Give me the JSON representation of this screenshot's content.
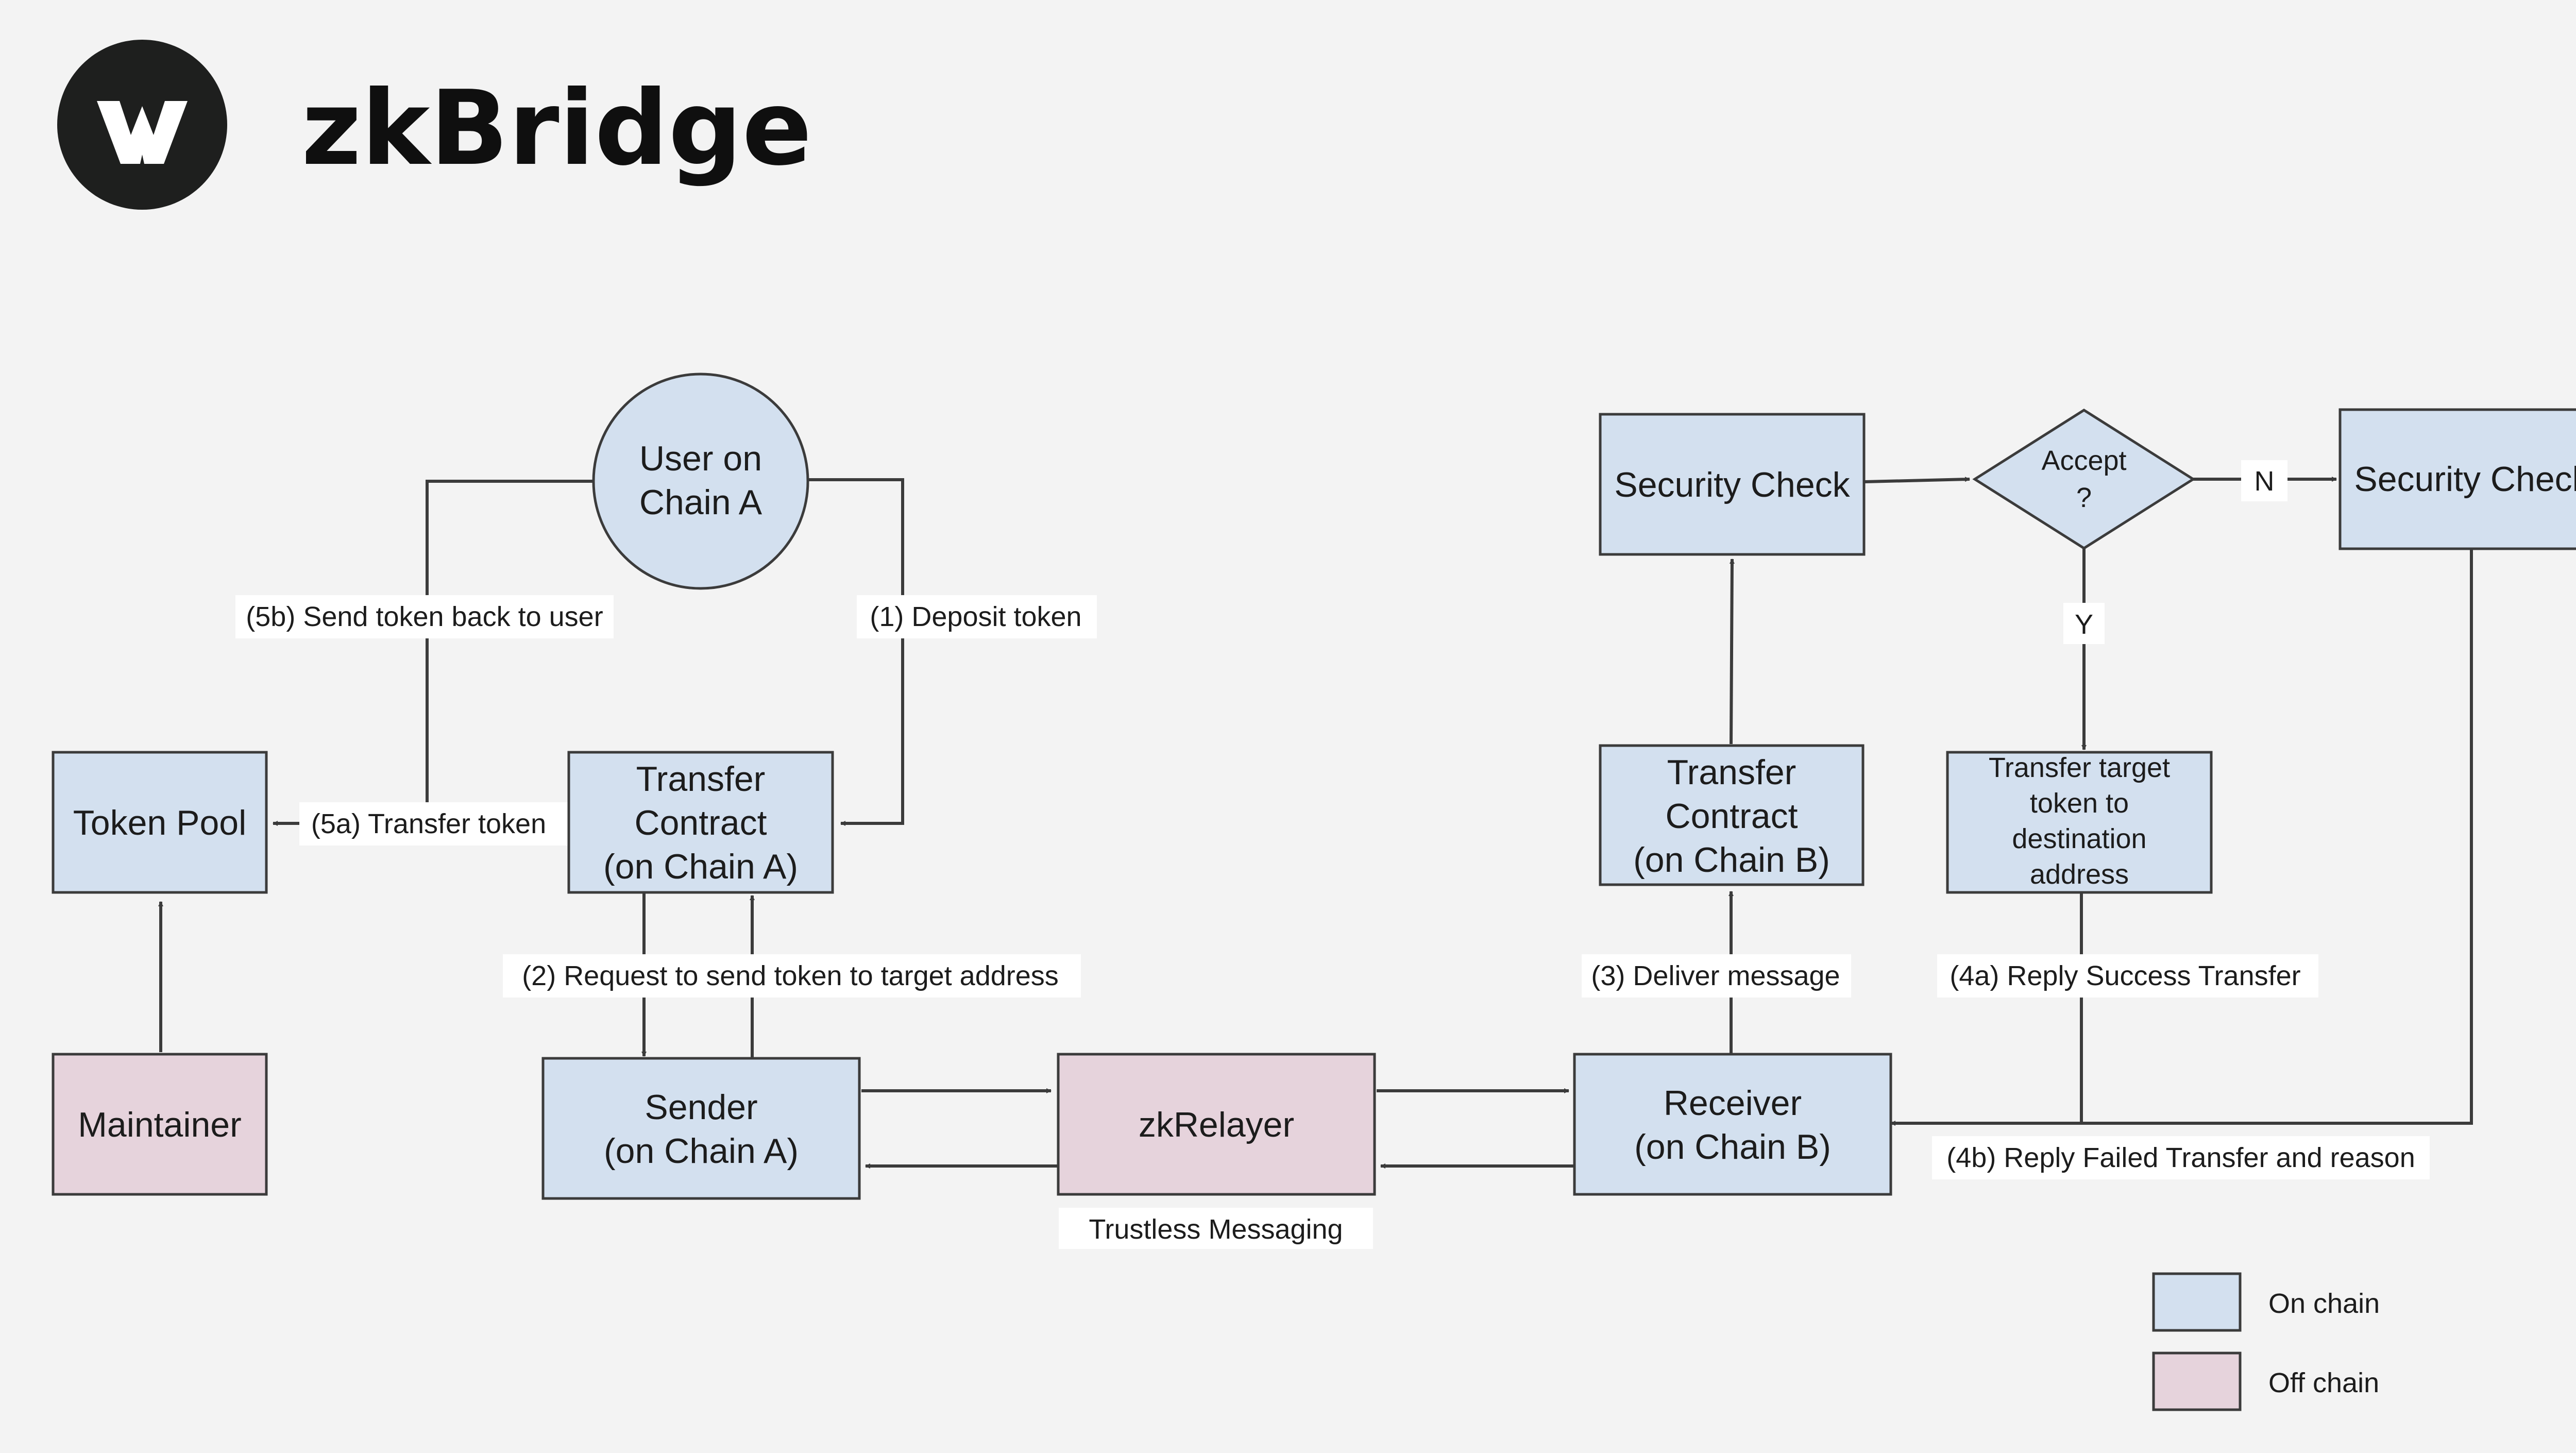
{
  "header": {
    "logo_letter": "W",
    "title": "zkBridge"
  },
  "colors": {
    "background": "#f3f3f3",
    "on_chain_fill": "#d3e0ef",
    "off_chain_fill": "#e6d3dc",
    "stroke": "#3b3b3b",
    "logo_bg": "#1e1f1e"
  },
  "nodes": {
    "user": [
      "User on",
      "Chain A"
    ],
    "token_pool": [
      "Token Pool"
    ],
    "transfer_a": [
      "Transfer",
      "Contract",
      "(on Chain A)"
    ],
    "maintainer": [
      "Maintainer"
    ],
    "sender": [
      "Sender",
      "(on Chain A)"
    ],
    "zkrelayer": [
      "zkRelayer"
    ],
    "receiver": [
      "Receiver",
      "(on Chain B)"
    ],
    "transfer_b": [
      "Transfer",
      "Contract",
      "(on Chain B)"
    ],
    "security_check_1": [
      "Security Check"
    ],
    "accept": [
      "Accept",
      "?"
    ],
    "security_check_2": [
      "Security Check"
    ],
    "transfer_target": [
      "Transfer target",
      "token to",
      "destination",
      "address"
    ]
  },
  "edge_labels": {
    "send_back": "(5b) Send token back to user",
    "deposit": "(1) Deposit token",
    "transfer_token": "(5a) Transfer token",
    "request": "(2) Request to send token to target address",
    "deliver": "(3) Deliver message",
    "reply_success": "(4a) Reply Success Transfer",
    "reply_failed": "(4b) Reply Failed Transfer and reason",
    "no": "N",
    "yes": "Y",
    "trustless": "Trustless Messaging"
  },
  "legend": {
    "on_chain": "On chain",
    "off_chain": "Off chain"
  }
}
